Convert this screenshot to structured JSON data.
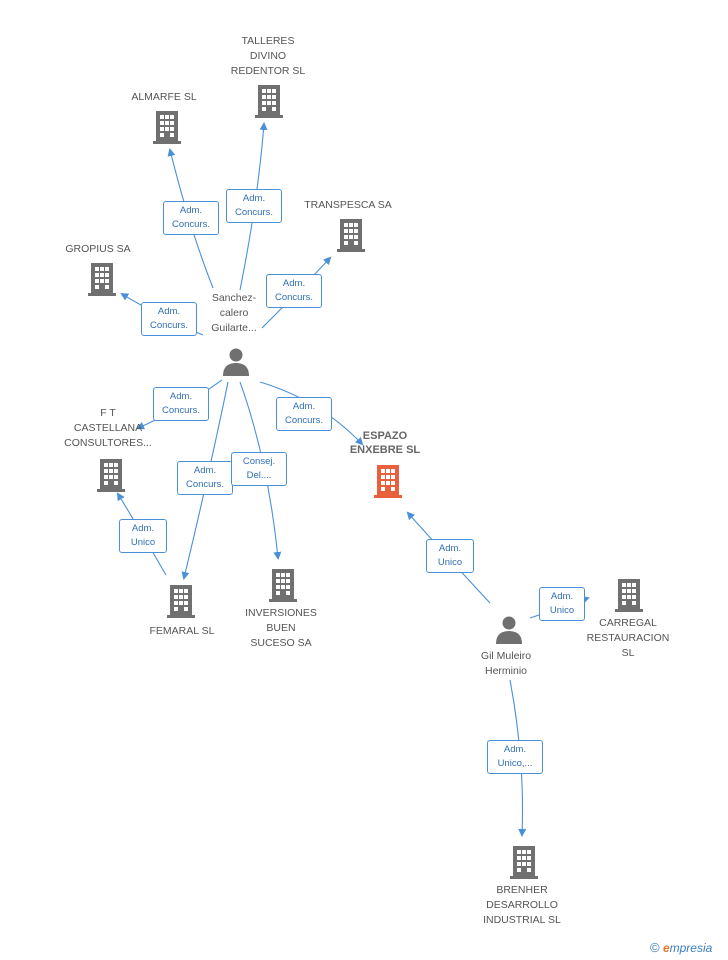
{
  "colors": {
    "edge": "#4a90d9",
    "company": "#707070",
    "focus": "#e8603c",
    "person": "#707070"
  },
  "companies": [
    {
      "id": "talleres",
      "lines": [
        "TALLERES",
        "DIVINO",
        "REDENTOR SL"
      ],
      "icon": "building-icon"
    },
    {
      "id": "almarfe",
      "lines": [
        "ALMARFE SL"
      ],
      "icon": "building-icon"
    },
    {
      "id": "transpesca",
      "lines": [
        "TRANSPESCA SA"
      ],
      "icon": "building-icon"
    },
    {
      "id": "gropius",
      "lines": [
        "GROPIUS SA"
      ],
      "icon": "building-icon"
    },
    {
      "id": "ftcastellana",
      "lines": [
        "F T",
        "CASTELLANA",
        "CONSULTORES..."
      ],
      "icon": "building-icon"
    },
    {
      "id": "espazo",
      "lines": [
        "ESPAZO",
        "ENXEBRE SL"
      ],
      "icon": "building-icon",
      "focus": true
    },
    {
      "id": "femaral",
      "lines": [
        "FEMARAL SL"
      ],
      "icon": "building-icon"
    },
    {
      "id": "inversiones",
      "lines": [
        "INVERSIONES",
        "BUEN",
        "SUCESO SA"
      ],
      "icon": "building-icon"
    },
    {
      "id": "carregal",
      "lines": [
        "CARREGAL",
        "RESTAURACION",
        "SL"
      ],
      "icon": "building-icon"
    },
    {
      "id": "brenher",
      "lines": [
        "BRENHER",
        "DESARROLLO",
        "INDUSTRIAL SL"
      ],
      "icon": "building-icon"
    }
  ],
  "persons": [
    {
      "id": "sanchez",
      "lines": [
        "Sanchez-",
        "calero",
        "Guilarte..."
      ],
      "icon": "person-icon"
    },
    {
      "id": "gil",
      "lines": [
        "Gil Muleiro",
        "Herminio"
      ],
      "icon": "person-icon"
    }
  ],
  "edges": [
    {
      "id": "e-almarfe",
      "lines": [
        "Adm.",
        "Concurs."
      ]
    },
    {
      "id": "e-talleres",
      "lines": [
        "Adm.",
        "Concurs."
      ]
    },
    {
      "id": "e-transpesca",
      "lines": [
        "Adm.",
        "Concurs."
      ]
    },
    {
      "id": "e-gropius",
      "lines": [
        "Adm.",
        "Concurs."
      ]
    },
    {
      "id": "e-ftcastellana",
      "lines": [
        "Adm.",
        "Concurs."
      ]
    },
    {
      "id": "e-espazo-sanchez",
      "lines": [
        "Adm.",
        "Concurs."
      ]
    },
    {
      "id": "e-femaral-sanchez",
      "lines": [
        "Adm.",
        "Concurs."
      ]
    },
    {
      "id": "e-inversiones",
      "lines": [
        "Consej.",
        "Del...."
      ]
    },
    {
      "id": "e-femaral-ft",
      "lines": [
        "Adm.",
        "Unico"
      ]
    },
    {
      "id": "e-espazo-gil",
      "lines": [
        "Adm.",
        "Unico"
      ]
    },
    {
      "id": "e-carregal",
      "lines": [
        "Adm.",
        "Unico"
      ]
    },
    {
      "id": "e-brenher",
      "lines": [
        "Adm.",
        "Unico,..."
      ]
    }
  ],
  "logo": {
    "symbol": "©",
    "brand_initial": "e",
    "brand_rest": "mpresia"
  }
}
